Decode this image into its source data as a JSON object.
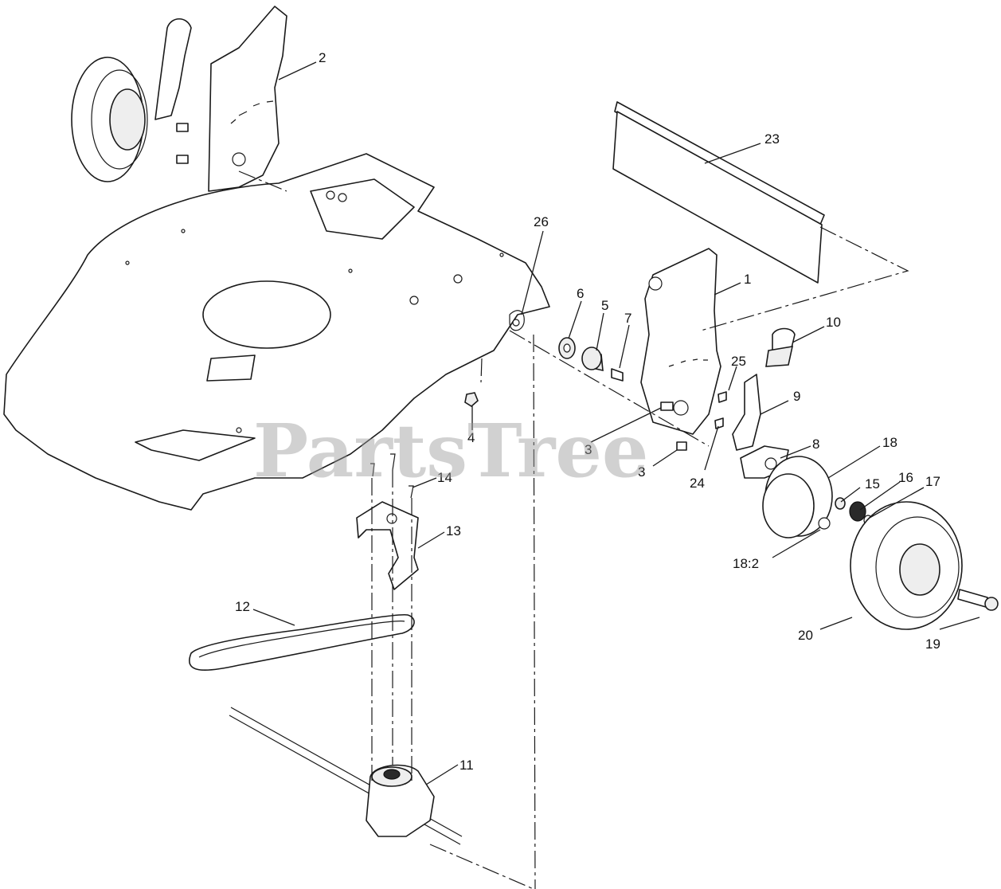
{
  "watermark": "PartsTree",
  "callouts": {
    "c1": "1",
    "c2": "2",
    "c3a": "3",
    "c3b": "3",
    "c4": "4",
    "c5": "5",
    "c6": "6",
    "c7": "7",
    "c8": "8",
    "c9": "9",
    "c10": "10",
    "c11": "11",
    "c12": "12",
    "c13": "13",
    "c14": "14",
    "c15": "15",
    "c16": "16",
    "c17": "17",
    "c18": "18",
    "c18_2": "18:2",
    "c19": "19",
    "c20": "20",
    "c23": "23",
    "c24": "24",
    "c25": "25",
    "c26": "26"
  }
}
